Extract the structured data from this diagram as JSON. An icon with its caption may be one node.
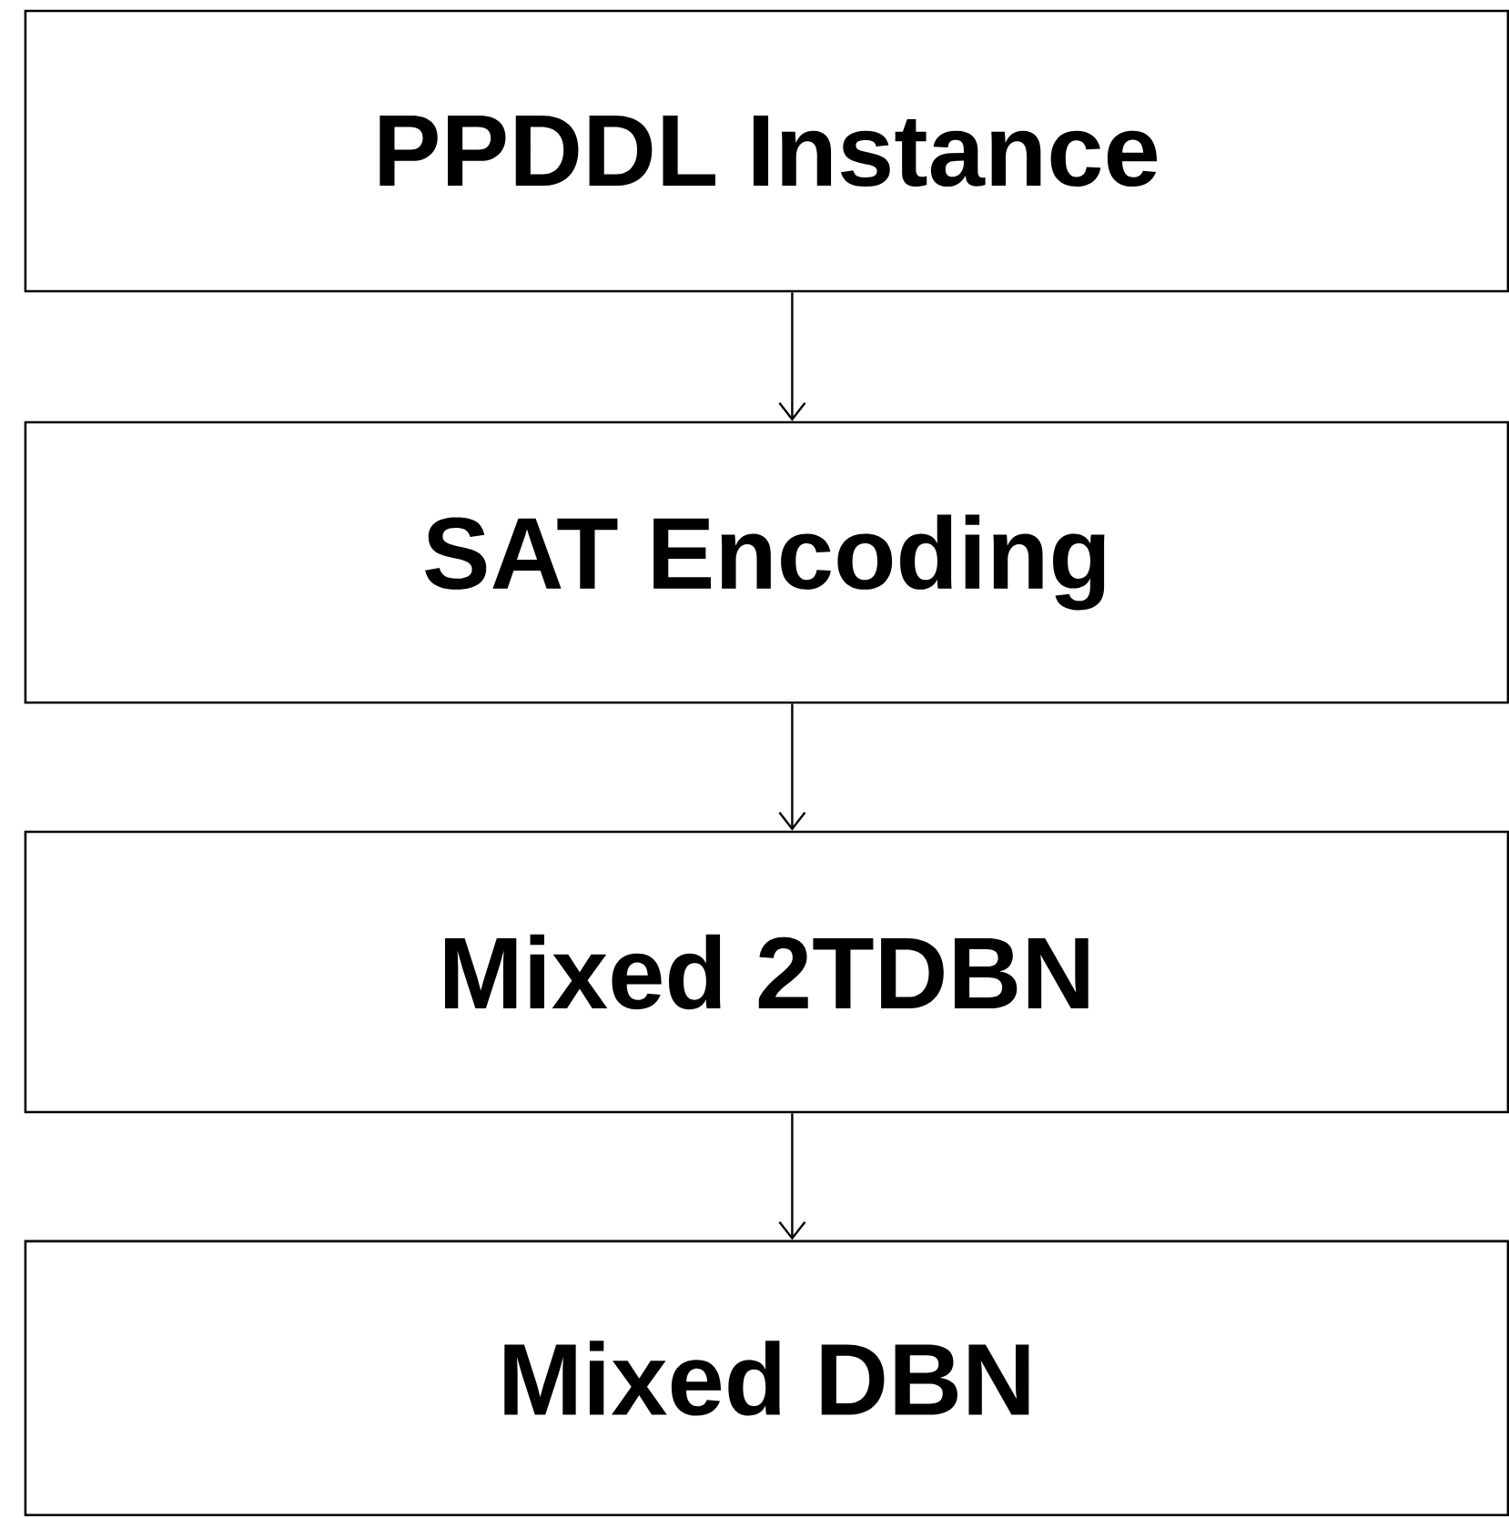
{
  "diagram": {
    "nodes": [
      {
        "text": [
          "PPDDL Instance"
        ]
      },
      {
        "text": [
          "SAT Encoding"
        ]
      },
      {
        "text": [
          "Mixed 2TDBN"
        ]
      },
      {
        "text": [
          "Mixed DBN"
        ]
      }
    ],
    "edges": [
      {
        "from": 0,
        "to": 1,
        "arrow": "to"
      },
      {
        "from": 1,
        "to": 2,
        "arrow": "to"
      },
      {
        "from": 2,
        "to": 3,
        "arrow": "to"
      }
    ]
  }
}
